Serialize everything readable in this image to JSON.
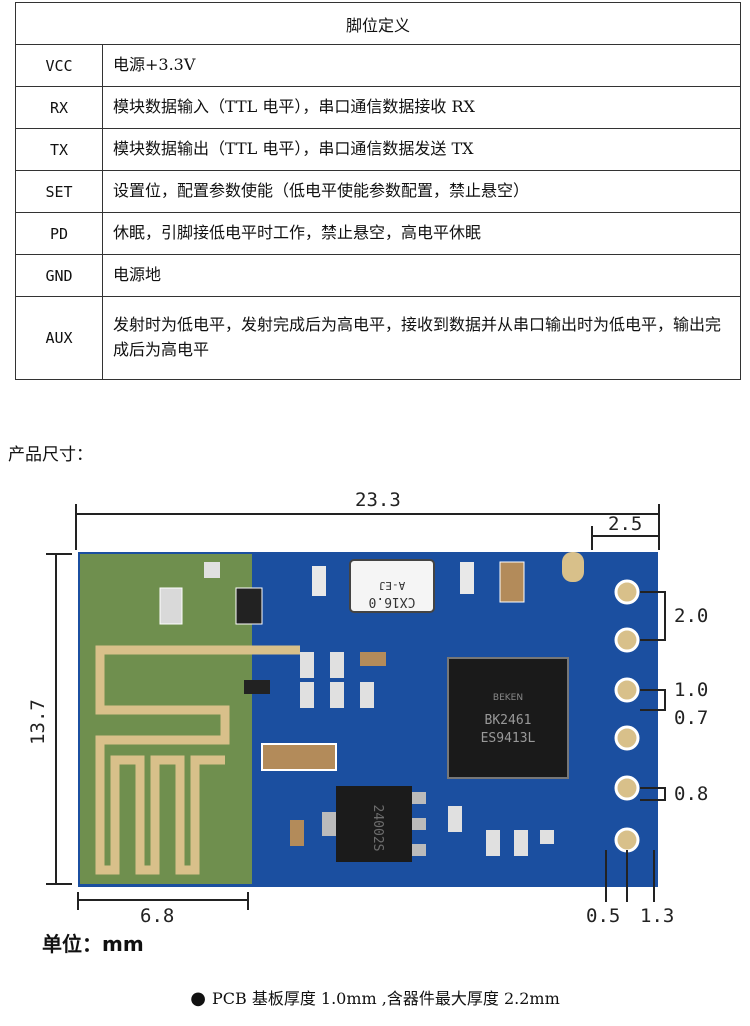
{
  "table": {
    "title": "脚位定义",
    "rows": [
      {
        "pin": "VCC",
        "desc": "电源+3.3V"
      },
      {
        "pin": "RX",
        "desc": "模块数据输入（TTL 电平），串口通信数据接收 RX"
      },
      {
        "pin": "TX",
        "desc": "模块数据输出（TTL 电平），串口通信数据发送 TX"
      },
      {
        "pin": "SET",
        "desc": "设置位，配置参数使能（低电平使能参数配置，禁止悬空）"
      },
      {
        "pin": "PD",
        "desc": "休眠，引脚接低电平时工作，禁止悬空，高电平休眠"
      },
      {
        "pin": "GND",
        "desc": "电源地"
      },
      {
        "pin": "AUX",
        "desc": "发射时为低电平，发射完成后为高电平，接收到数据并从串口输出时为低电平，输出完成后为高电平"
      }
    ]
  },
  "section_label": "产品尺寸：",
  "dimensions": {
    "width": "23.3",
    "height": "13.7",
    "pin_edge": "2.5",
    "pitch": "2.0",
    "pad": "1.0",
    "gap": "0.7",
    "hole": "0.8",
    "antenna_width": "6.8",
    "pin_offset": "0.5",
    "pin_row": "1.3"
  },
  "chip": {
    "brand": "BEKEN",
    "model": "BK2461",
    "code": "ES9413L",
    "crystal": "CX16.0",
    "crystal_code": "A-EJ",
    "regulator": "24002S"
  },
  "unit_label": "单位：mm",
  "footnote": "PCB 基板厚度 1.0mm ,含器件最大厚度 2.2mm",
  "colors": {
    "pcb": "#1b4fa0",
    "antenna_area": "#6f8f4e",
    "trace": "#d8c08a",
    "silkscreen": "#f5f5f5"
  }
}
